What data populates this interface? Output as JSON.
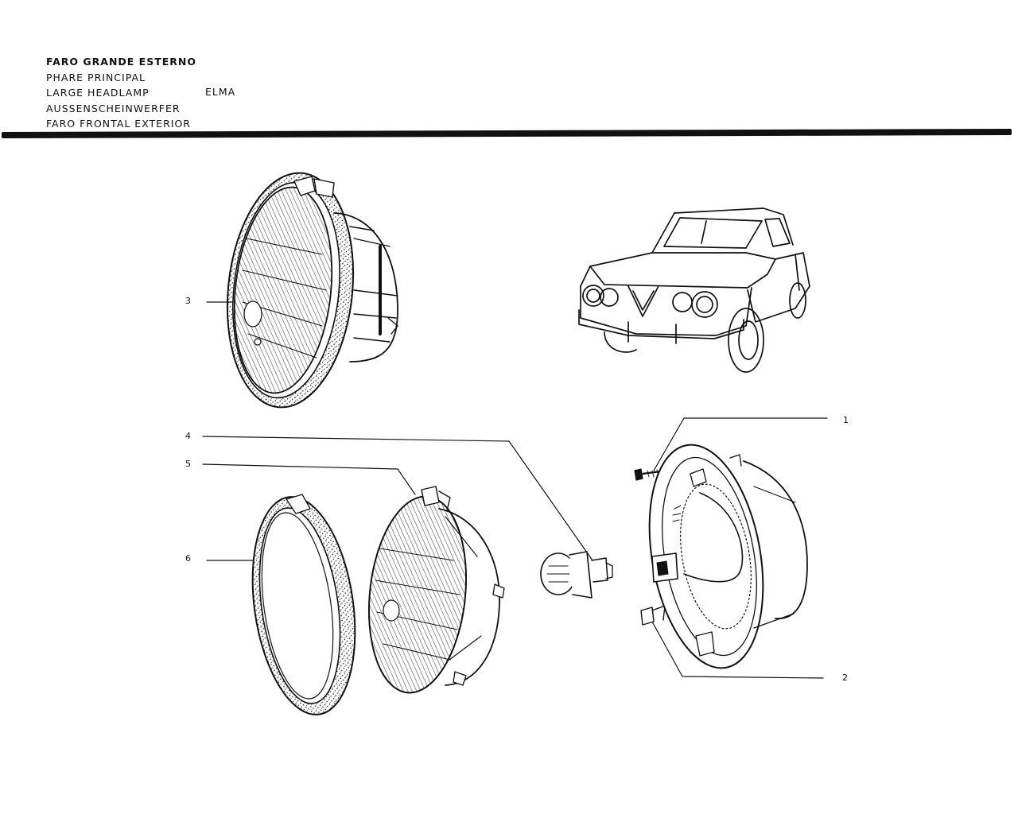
{
  "header": {
    "titles": [
      "FARO GRANDE ESTERNO",
      "PHARE PRINCIPAL",
      "LARGE HEADLAMP",
      "AUSSENSCHEINWERFER",
      "FARO FRONTAL EXTERIOR"
    ],
    "manufacturer": "ELMA"
  },
  "callouts": {
    "c1": "1",
    "c2": "2",
    "c3": "3",
    "c4": "4",
    "c5": "5",
    "c6": "6"
  },
  "icons": {
    "car": "car-illustration",
    "headlamp_assembly": "headlamp-assembly-illustration",
    "trim_ring": "trim-ring-illustration",
    "lens_reflector": "lens-reflector-illustration",
    "bulb": "bulb-illustration",
    "housing": "housing-illustration",
    "adjusting_screw": "adjusting-screw-illustration",
    "spring_clip": "spring-clip-illustration"
  }
}
